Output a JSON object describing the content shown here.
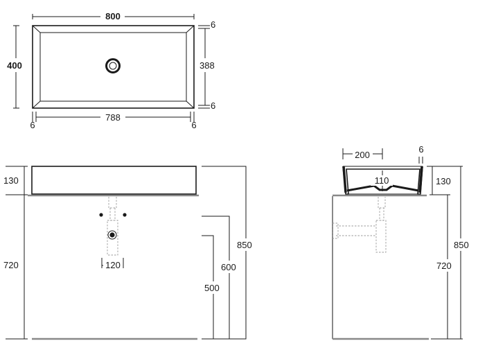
{
  "top_view": {
    "overall_width": "800",
    "overall_depth": "400",
    "inner_depth": "388",
    "inner_width": "788",
    "rim_top": "6",
    "rim_bottom": "6",
    "rim_left": "6",
    "rim_right": "6"
  },
  "front_view": {
    "basin_height": "130",
    "counter_height": "720",
    "total_height": "850",
    "outlet_height": "600",
    "tap_height": "500",
    "tap_spacing": "120"
  },
  "side_view": {
    "basin_depth": "200",
    "rim_thickness": "6",
    "drain_height": "110",
    "basin_height": "130",
    "total_height": "850",
    "counter_height": "720"
  },
  "colors": {
    "line": "#1a1a1a",
    "wall": "#888888",
    "hidden": "#9a9a9a"
  }
}
